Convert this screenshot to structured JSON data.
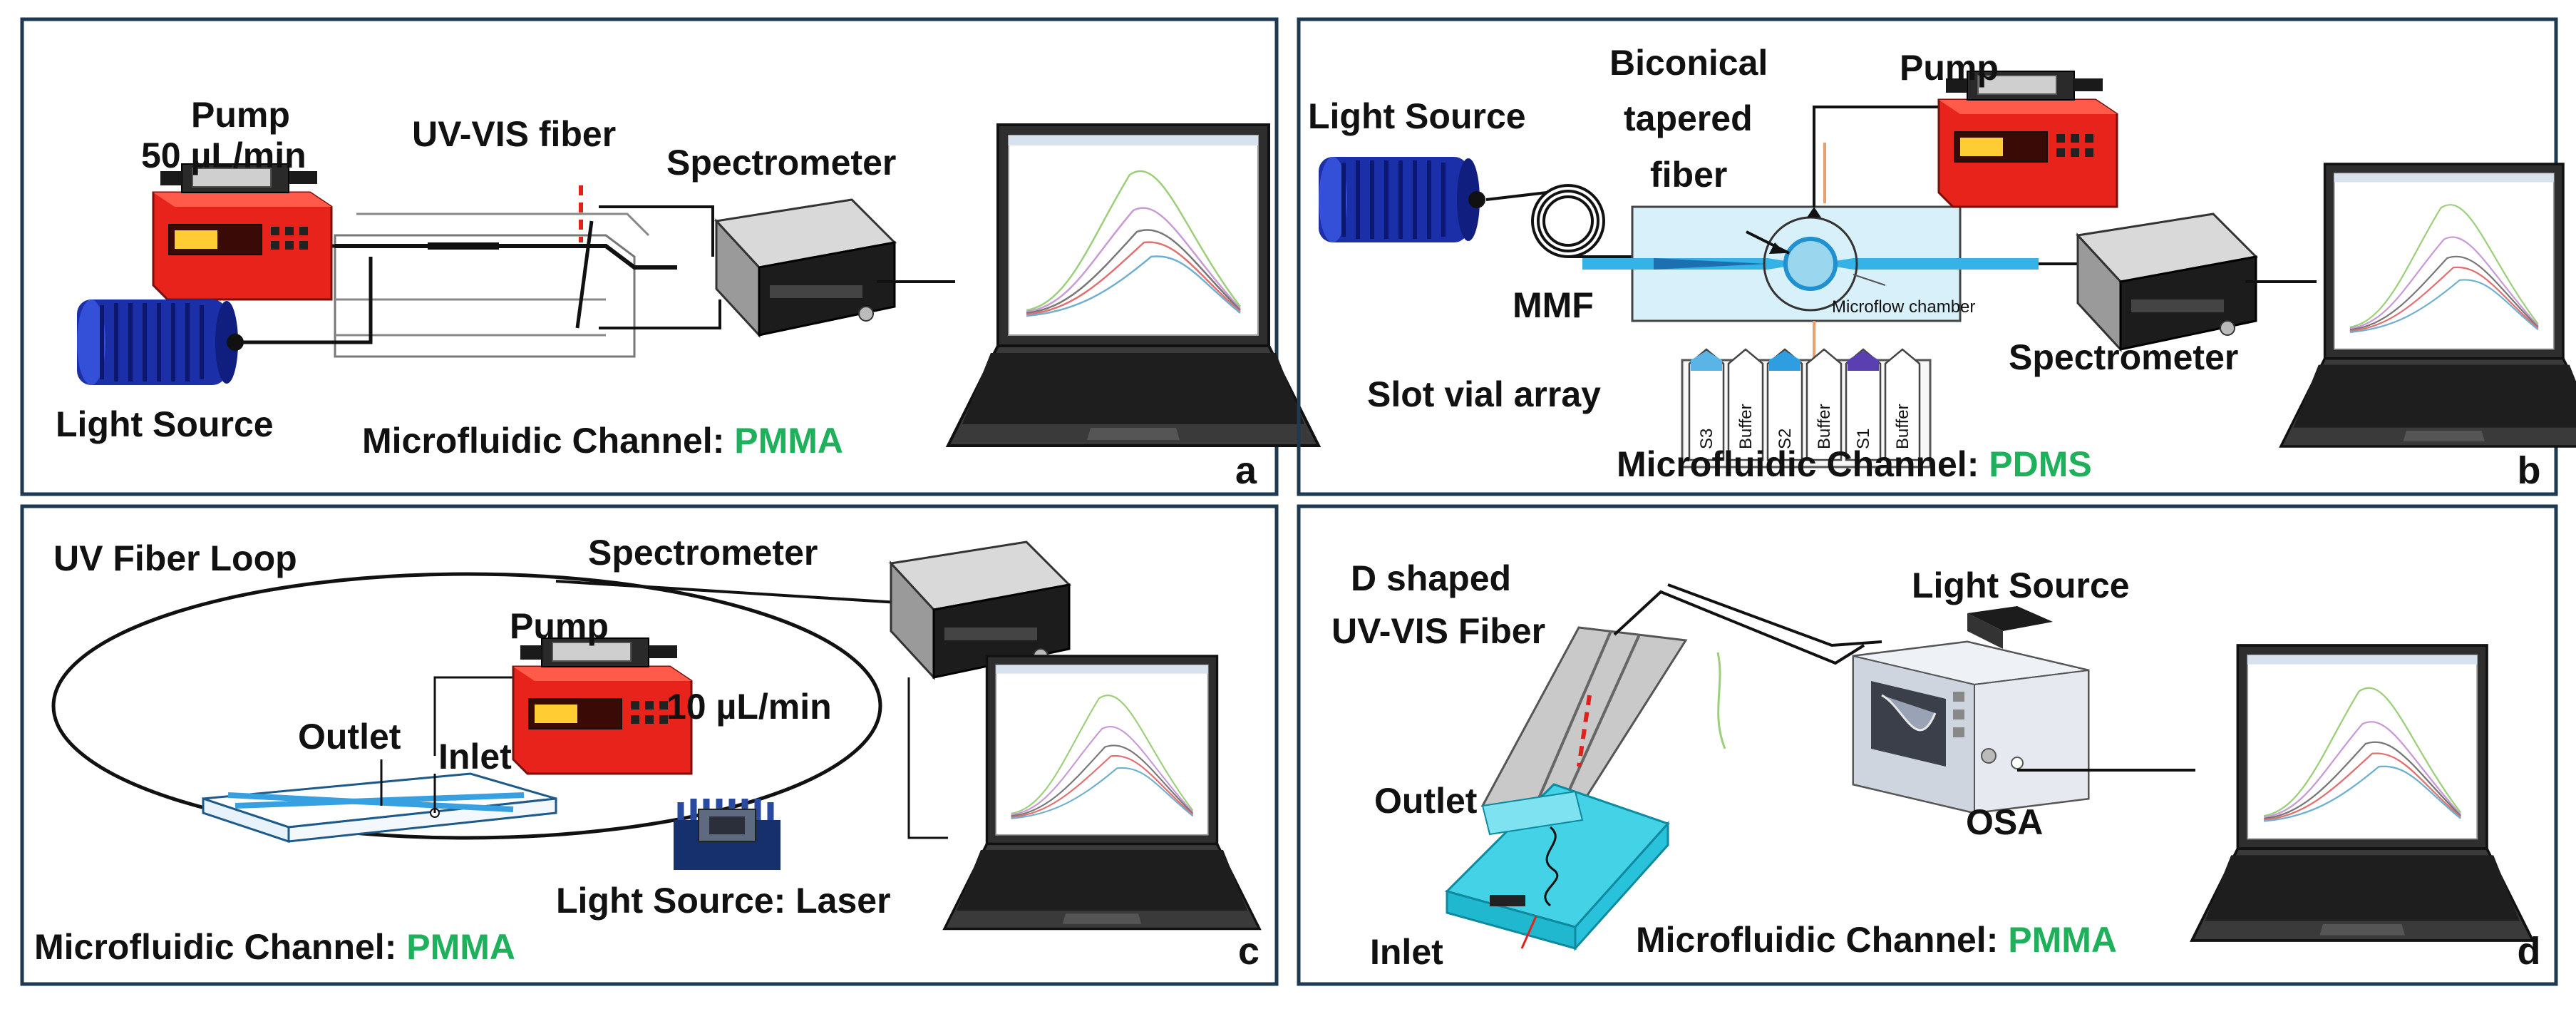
{
  "colors": {
    "frame": "#1d3a52",
    "material_green": "#1eb05a",
    "pump_red": "#e8231c",
    "lamp_blue": "#1b2fa8",
    "fiber_cyan": "#36b3e6",
    "dashed_red": "#e0221a",
    "chip_cyan": "#44d2e6"
  },
  "panels": {
    "a": {
      "letter": "a",
      "pump_label": "Pump",
      "flow_rate": "50 µL/min",
      "fiber_label": "UV-VIS fiber",
      "spectrometer_label": "Spectrometer",
      "light_source_label": "Light Source",
      "channel_prefix": "Microfluidic Channel: ",
      "channel_material": "PMMA"
    },
    "b": {
      "letter": "b",
      "light_source_label": "Light Source",
      "fiber_label_1": "Biconical",
      "fiber_label_2": "tapered",
      "fiber_label_3": "fiber",
      "pump_label": "Pump",
      "mmf_label": "MMF",
      "chamber_label": "Microflow chamber",
      "spectrometer_label": "Spectrometer",
      "vial_array_label": "Slot vial array",
      "vials": [
        "S3",
        "Buffer",
        "S2",
        "Buffer",
        "S1",
        "Buffer"
      ],
      "channel_prefix": "Microfluidic Channel: ",
      "channel_material": "PDMS"
    },
    "c": {
      "letter": "c",
      "loop_label": "UV Fiber Loop",
      "spectrometer_label": "Spectrometer",
      "pump_label": "Pump",
      "flow_rate": "10 µL/min",
      "outlet_label": "Outlet",
      "inlet_label": "Inlet",
      "light_source_label": "Light Source: Laser",
      "channel_prefix": "Microfluidic Channel: ",
      "channel_material": "PMMA"
    },
    "d": {
      "letter": "d",
      "fiber_label_1": "D shaped",
      "fiber_label_2": "UV-VIS Fiber",
      "light_source_label": "Light Source",
      "outlet_label": "Outlet",
      "osa_label": "OSA",
      "inlet_label": "Inlet",
      "channel_prefix": "Microfluidic Channel: ",
      "channel_material": "PMMA"
    }
  }
}
